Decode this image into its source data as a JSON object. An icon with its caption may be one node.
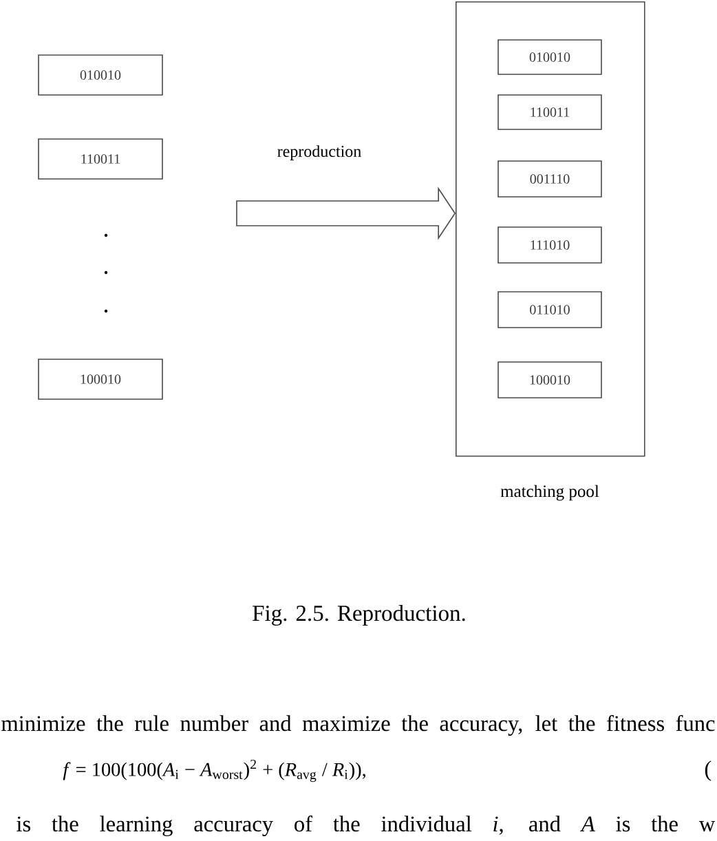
{
  "diagram": {
    "caption": "Fig. 2.5. Reproduction.",
    "nodes": [
      {
        "text": [
          "010010"
        ]
      },
      {
        "text": [
          "110011"
        ]
      },
      {
        "text": [
          "100010"
        ]
      },
      {
        "text": [
          "matching pool"
        ]
      },
      {
        "text": [
          "010010"
        ],
        "in": 3
      },
      {
        "text": [
          "110011"
        ],
        "in": 3
      },
      {
        "text": [
          "001110"
        ],
        "in": 3
      },
      {
        "text": [
          "111010"
        ],
        "in": 3
      },
      {
        "text": [
          "011010"
        ],
        "in": 3
      },
      {
        "text": [
          "100010"
        ],
        "in": 3
      }
    ],
    "edges": [
      {
        "from": null,
        "to": 3,
        "arrow": "to",
        "label": "reproduction"
      }
    ],
    "labels": [
      "minimize the rule number and maximize the accuracy, let the fitness func",
      "*f* = 100(100(*A*$_{i}$ − *A*$_{worst}$)$^{2}$ + (*R*$_{avg}$ / *R*$_{i}$)),",
      "(",
      "is the learning accuracy of the individual *i*, and *A* is the w"
    ]
  }
}
